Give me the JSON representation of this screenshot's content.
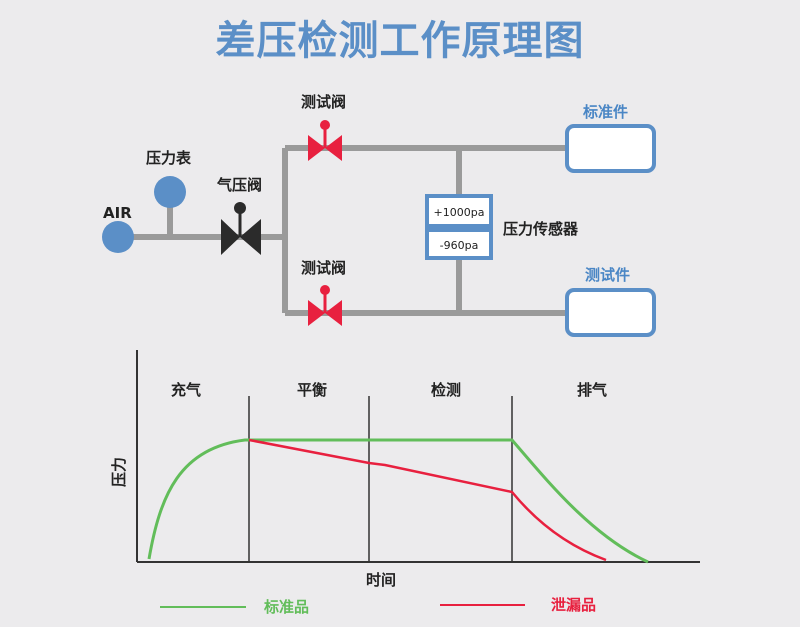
{
  "title": "差压检测工作原理图",
  "diagram": {
    "air_label": "AIR",
    "gauge_label": "压力表",
    "pneumatic_valve_label": "气压阀",
    "test_valve_top_label": "测试阀",
    "test_valve_bottom_label": "测试阀",
    "sensor_label": "压力传感器",
    "sensor_top_value": "+1000pa",
    "sensor_bottom_value": "-960pa",
    "standard_part_label": "标准件",
    "test_part_label": "测试件"
  },
  "chart": {
    "phases": [
      "充气",
      "平衡",
      "检测",
      "排气"
    ],
    "xlabel": "时间",
    "ylabel": "压力",
    "legend": {
      "standard": "标准品",
      "leak": "泄漏品"
    },
    "colors": {
      "standard": "#62bd5a",
      "leak": "#e8203f",
      "pipe": "#9a9a9a",
      "blue": "#5b8fc7"
    }
  }
}
